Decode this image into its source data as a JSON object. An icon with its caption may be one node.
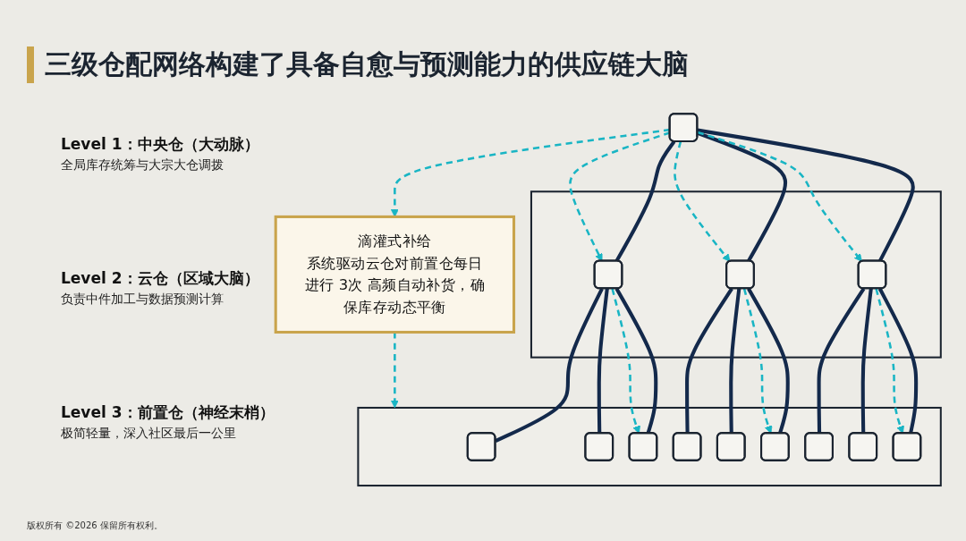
{
  "diagram": {
    "title": "三级仓配网络构建了具备自愈与预测能力的供应链大脑",
    "nodes": [
      {
        "text": [],
        "shape": "box"
      },
      {
        "text": [],
        "shape": "box"
      },
      {
        "text": [],
        "shape": "box",
        "in": 1
      },
      {
        "text": [],
        "shape": "box",
        "in": 1
      },
      {
        "text": [],
        "shape": "box",
        "in": 1
      },
      {
        "text": [],
        "shape": "box"
      },
      {
        "text": [],
        "shape": "box",
        "in": 5
      },
      {
        "text": [],
        "shape": "box",
        "in": 5
      },
      {
        "text": [],
        "shape": "box",
        "in": 5
      },
      {
        "text": [],
        "shape": "box",
        "in": 5
      },
      {
        "text": [],
        "shape": "box",
        "in": 5
      },
      {
        "text": [],
        "shape": "box",
        "in": 5
      },
      {
        "text": [],
        "shape": "box",
        "in": 5
      },
      {
        "text": [],
        "shape": "box",
        "in": 5
      },
      {
        "text": [],
        "shape": "box",
        "in": 5
      },
      {
        "text": [
          "滴灌式补给",
          "系统驱动云仓对前置仓每日进行 3次 高频自动补货，确保库存动态平衡"
        ]
      }
    ],
    "edges": [
      {
        "from": 0,
        "to": 2,
        "arrow": "none"
      },
      {
        "from": 0,
        "to": 3,
        "arrow": "none"
      },
      {
        "from": 0,
        "to": 4,
        "arrow": "none"
      },
      {
        "from": 0,
        "to": 2,
        "arrow": "to",
        "style": "dashed",
        "color": "#19b5c4"
      },
      {
        "from": 0,
        "to": 3,
        "arrow": "to",
        "style": "dashed",
        "color": "#19b5c4"
      },
      {
        "from": 0,
        "to": 4,
        "arrow": "to",
        "style": "dashed",
        "color": "#19b5c4"
      },
      {
        "from": 2,
        "to": 6,
        "arrow": "none"
      },
      {
        "from": 2,
        "to": 7,
        "arrow": "none"
      },
      {
        "from": 2,
        "to": 8,
        "arrow": "none"
      },
      {
        "from": 3,
        "to": 9,
        "arrow": "none"
      },
      {
        "from": 3,
        "to": 10,
        "arrow": "none"
      },
      {
        "from": 3,
        "to": 11,
        "arrow": "none"
      },
      {
        "from": 4,
        "to": 12,
        "arrow": "none"
      },
      {
        "from": 4,
        "to": 13,
        "arrow": "none"
      },
      {
        "from": 4,
        "to": 14,
        "arrow": "none"
      },
      {
        "from": 2,
        "to": 8,
        "arrow": "to",
        "style": "dashed",
        "color": "#19b5c4"
      },
      {
        "from": 3,
        "to": 11,
        "arrow": "to",
        "style": "dashed",
        "color": "#19b5c4"
      },
      {
        "from": 4,
        "to": 14,
        "arrow": "to",
        "style": "dashed",
        "color": "#19b5c4"
      },
      {
        "from": 0,
        "to": 15,
        "arrow": "to",
        "style": "dashed",
        "color": "#19b5c4"
      },
      {
        "from": 15,
        "to": 5,
        "arrow": "to",
        "style": "dashed",
        "color": "#19b5c4"
      }
    ],
    "labels": [
      "Level 1：中央仓（大动脉）",
      "全局库存统筹与大宗大仓调拨",
      "Level 2：云仓（区域大脑）",
      "负责中件加工与数据预测计算",
      "Level 3：前置仓（神经末梢）",
      "极简轻量，深入社区最后一公里",
      "版权所有 ©2026 保留所有权利。"
    ]
  }
}
